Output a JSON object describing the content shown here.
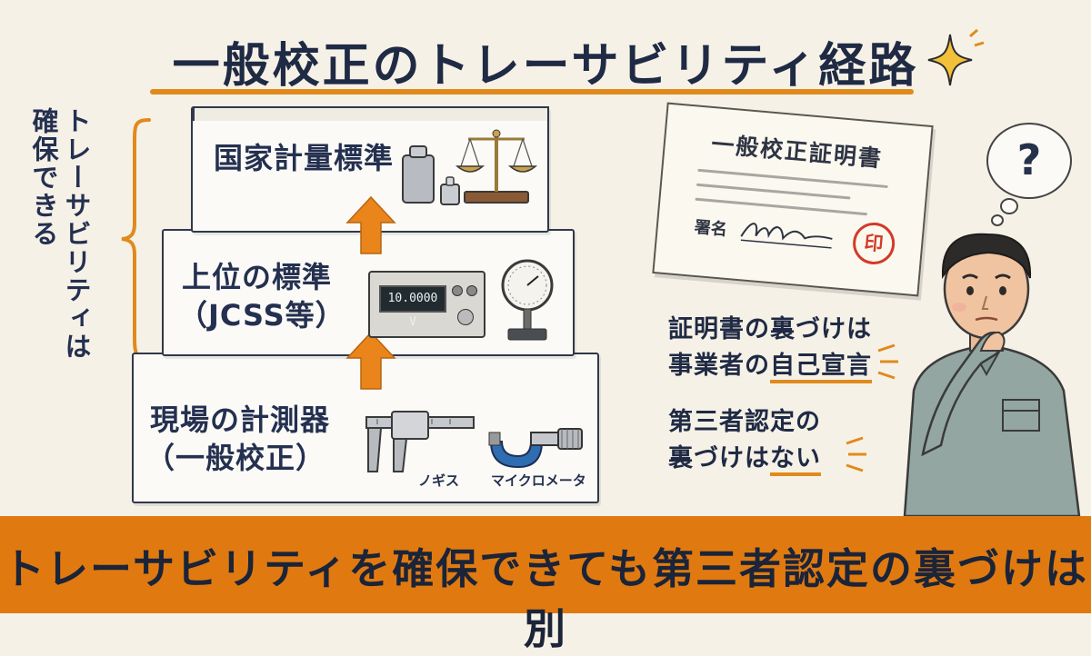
{
  "title": "一般校正のトレーサビリティ経路",
  "side_label": "トレーサビリティは確保できる",
  "steps": [
    {
      "label_line1": "国家計量標準",
      "label_line2": ""
    },
    {
      "label_line1": "上位の標準",
      "label_line2": "（JCSS等）"
    },
    {
      "label_line1": "現場の計測器",
      "label_line2": "（一般校正）"
    }
  ],
  "display_value": "10.0000 V",
  "tools": {
    "caliper": "ノギス",
    "micrometer": "マイクロメータ"
  },
  "certificate": {
    "title": "一般校正証明書",
    "sign_label": "署名",
    "seal": "印"
  },
  "notes": {
    "note1_line1": "証明書の裏づけは",
    "note1_line2_a": "事業者の",
    "note1_line2_b": "自己宣言",
    "note2_line1": "第三者認定の",
    "note2_line2_a": "裏づけは",
    "note2_line2_b": "ない"
  },
  "question_mark": "?",
  "banner": "トレーサビリティを確保できても第三者認定の裏づけは別",
  "colors": {
    "accent": "#e07a10",
    "ink": "#23304a",
    "background": "#f6f1e6",
    "seal": "#d23b2a"
  }
}
